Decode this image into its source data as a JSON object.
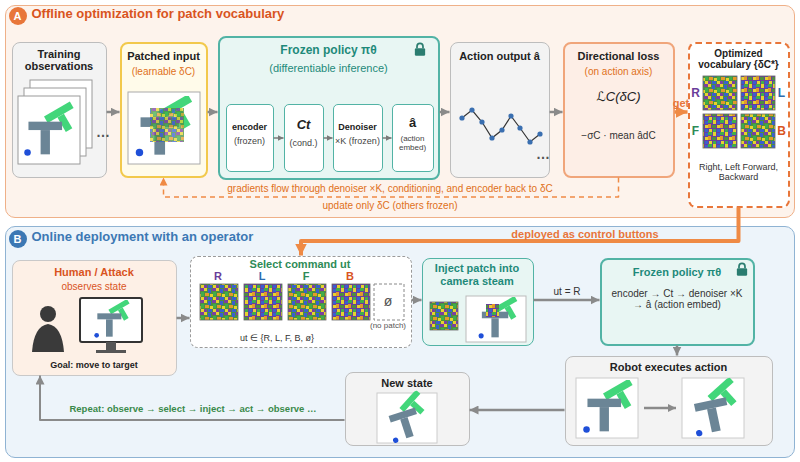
{
  "diagram": {
    "nodes": [
      {
        "text": [
          "A",
          "Offline optimization for patch vocabulary"
        ]
      },
      {
        "text": [
          "Training observations"
        ],
        "in": 0
      },
      {
        "text": [
          "Patched input",
          "(learnable δC)"
        ],
        "in": 0
      },
      {
        "text": [
          "Frozen policy πθ",
          "(differentiable inference)"
        ],
        "in": 0
      },
      {
        "text": [
          "encoder",
          "(frozen)"
        ],
        "in": 3
      },
      {
        "text": [
          "Ct",
          "(cond.)"
        ],
        "in": 3
      },
      {
        "text": [
          "Denoiser",
          "×K (frozen)"
        ],
        "in": 3
      },
      {
        "text": [
          "â",
          "(action embed)"
        ],
        "in": 3
      },
      {
        "text": [
          "Action output â"
        ],
        "in": 0
      },
      {
        "text": [
          "Directional loss",
          "(on action axis)",
          "ℒC(δC)",
          "−σC · mean âdC"
        ],
        "in": 0
      },
      {
        "text": [
          "Optimized vocabulary {δC*}",
          "R",
          "L",
          "F",
          "B",
          "Right, Left Forward, Backward"
        ],
        "in": 0
      },
      {
        "text": [
          "B",
          "Online deployment with an operator"
        ]
      },
      {
        "text": [
          "Human / Attack",
          "observes state",
          "Goal: move to target"
        ],
        "in": 11
      },
      {
        "text": [
          "Select command ut",
          "R",
          "L",
          "F",
          "B",
          "ø",
          "(no patch)",
          "ut ∈ {R, L, F, B, ø}"
        ],
        "in": 11
      },
      {
        "text": [
          "Inject patch into camera steam"
        ],
        "in": 11
      },
      {
        "text": [
          "Frozen policy πθ",
          "encoder → Ct → denoiser ×K → â (action embed)"
        ],
        "in": 11
      },
      {
        "text": [
          "Robot executes action"
        ],
        "in": 11
      },
      {
        "text": [
          "New state"
        ],
        "in": 11
      }
    ],
    "edges": [
      {
        "from": 1,
        "to": 2,
        "arrow": "to"
      },
      {
        "from": 2,
        "to": 3,
        "arrow": "to"
      },
      {
        "from": 4,
        "to": 5,
        "arrow": "to"
      },
      {
        "from": 5,
        "to": 6,
        "arrow": "to"
      },
      {
        "from": 6,
        "to": 7,
        "arrow": "to"
      },
      {
        "from": 3,
        "to": 8,
        "arrow": "to"
      },
      {
        "from": 8,
        "to": 9,
        "arrow": "to"
      },
      {
        "from": 9,
        "to": 10,
        "arrow": "to",
        "label": "get"
      },
      {
        "from": 9,
        "to": 2,
        "arrow": "to",
        "label": "gradients flow through denoiser ×K, conditioning, and encoder back to δC"
      },
      {
        "from": 10,
        "to": 13,
        "arrow": "to",
        "label": "deployed as control buttons"
      },
      {
        "from": 12,
        "to": 13,
        "arrow": "to"
      },
      {
        "from": 13,
        "to": 14,
        "arrow": "to"
      },
      {
        "from": 14,
        "to": 15,
        "arrow": "to",
        "label": "ut = R"
      },
      {
        "from": 15,
        "to": 16,
        "arrow": "to"
      },
      {
        "from": 16,
        "to": 17,
        "arrow": "to"
      },
      {
        "from": 17,
        "to": 12,
        "arrow": "to",
        "label": "Repeat: observe → select → inject → act → observe …"
      }
    ],
    "labels": [
      "…",
      "…",
      "update only δC (others frozen)"
    ]
  }
}
